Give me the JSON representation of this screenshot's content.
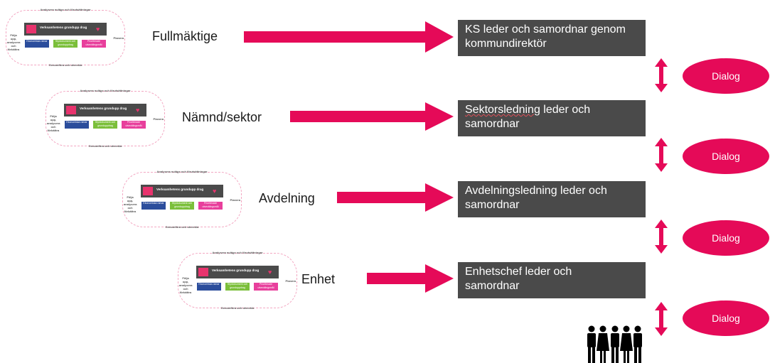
{
  "levels": [
    {
      "label": "Fullmäktige",
      "box_line1": "KS leder och samordnar genom",
      "box_line2": "kommundirektör"
    },
    {
      "label": "Nämnd/sektor",
      "box_line1_a": "Sektorsledning",
      "box_line1_b": " leder och",
      "box_line2": "samordnar"
    },
    {
      "label": "Avdelning",
      "box_line1": "Avdelningsledning leder och",
      "box_line2": "samordnar"
    },
    {
      "label": "Enhet",
      "box_line1": "Enhetschef leder och",
      "box_line2": "samordnar"
    }
  ],
  "dialogs": [
    "Dialog",
    "Dialog",
    "Dialog",
    "Dialog"
  ],
  "mini_diagram": {
    "top": "Analysera nuläge och förutsättningar",
    "bottom": "Genomföra och utveckla",
    "left": "Följa upp, analysera och förbättra",
    "right": "Planera",
    "bar_title": "Verksamhetens grundupp drag",
    "b1": "Ekonomiska ramar",
    "b2": "Styrdokument och grunduppdrag",
    "b3": "Prioriterade utvecklingsmål"
  },
  "colors": {
    "accent": "#e50a58",
    "dark_box": "#4a4a4a"
  },
  "icons": [
    "people-group-icon"
  ]
}
